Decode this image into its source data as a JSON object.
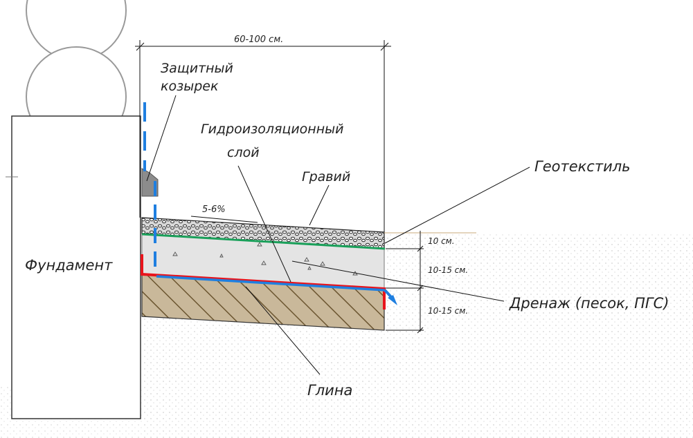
{
  "labels": {
    "width_dim": "60-100 см.",
    "protective_cap_l1": "Защитный",
    "protective_cap_l2": "козырек",
    "waterproof_l1": "Гидроизоляционный",
    "waterproof_l2": "слой",
    "gravel": "Гравий",
    "geotextile": "Геотекстиль",
    "slope": "5-6%",
    "foundation": "Фундамент",
    "layer_1_thickness": "10 см.",
    "layer_2_thickness": "10-15 см.",
    "layer_3_thickness": "10-15 см.",
    "drainage": "Дренаж (песок, ПГС)",
    "clay": "Глина"
  },
  "colors": {
    "waterproofing": "#e8141c",
    "water_flow": "#1f7fe0",
    "geotextile": "#1aa05a",
    "clay_fill": "#c9b89a",
    "clay_hatch": "#6b5530",
    "drainage_fill": "#e7e7e7",
    "cap_fill": "#8c8c8c"
  }
}
